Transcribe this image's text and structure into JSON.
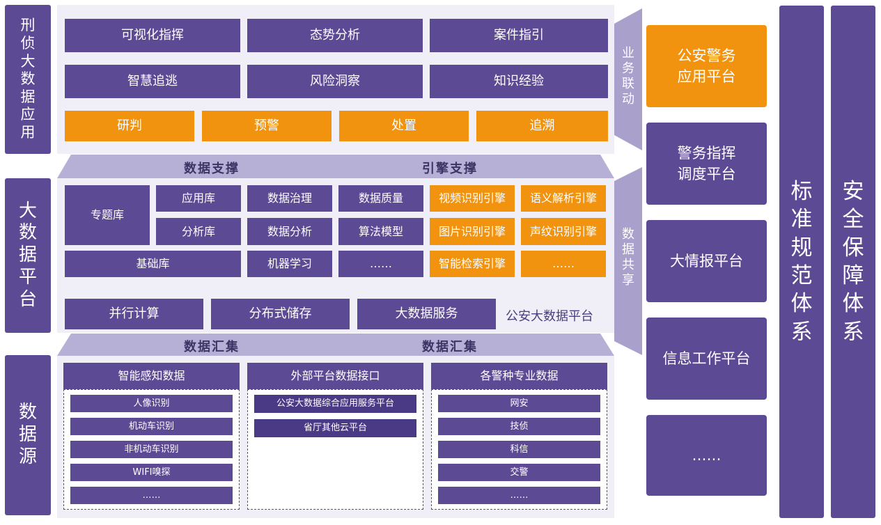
{
  "sections": {
    "app_layer": "刑侦大数据应用",
    "platform_layer": "大数据平台",
    "source_layer": "数据源"
  },
  "apps": {
    "row1": [
      "可视化指挥",
      "态势分析",
      "案件指引"
    ],
    "row2": [
      "智慧追逃",
      "风险洞察",
      "知识经验"
    ],
    "row3": [
      "研判",
      "预警",
      "处置",
      "追溯"
    ]
  },
  "bands": {
    "data_support": "数据支撑",
    "engine_support": "引擎支撑",
    "data_collect_left": "数据汇集",
    "data_collect_right": "数据汇集"
  },
  "platform": {
    "topic_db": "专题库",
    "app_db": "应用库",
    "analysis_db": "分析库",
    "base_db": "基础库",
    "data_gov": "数据治理",
    "data_analysis": "数据分析",
    "ml": "机器学习",
    "data_quality": "数据质量",
    "algo_model": "算法模型",
    "ellipsis1": "……",
    "video_engine": "视频识别引擎",
    "semantic_engine": "语义解析引擎",
    "image_engine": "图片识别引擎",
    "voice_engine": "声纹识别引擎",
    "search_engine": "智能检索引擎",
    "ellipsis2": "……",
    "parallel": "并行计算",
    "distributed": "分布式储存",
    "bigdata_service": "大数据服务",
    "platform_name": "公安大数据平台"
  },
  "sources": {
    "smart": {
      "title": "智能感知数据",
      "items": [
        "人像识别",
        "机动车识别",
        "非机动车识别",
        "WIFI嗅探",
        "……"
      ]
    },
    "external": {
      "title": "外部平台数据接口",
      "items": [
        "公安大数据综合应用服务平台",
        "省厅其他云平台"
      ]
    },
    "police": {
      "title": "各警种专业数据",
      "items": [
        "网安",
        "技侦",
        "科信",
        "交警",
        "……"
      ]
    }
  },
  "connectors": {
    "business_link": "业务联动",
    "data_share": "数据共享"
  },
  "right_platforms": [
    "公安警务应用平台",
    "警务指挥调度平台",
    "大情报平台",
    "信息工作平台",
    "……"
  ],
  "right_platform_lines": [
    [
      "公安警务",
      "应用平台"
    ],
    [
      "警务指挥",
      "调度平台"
    ]
  ],
  "systems": {
    "standard": "标准规范体系",
    "security": "安全保障体系"
  },
  "colors": {
    "purple": "#5c4a95",
    "orange": "#f2930f",
    "lavender": "#a9a1cc"
  }
}
